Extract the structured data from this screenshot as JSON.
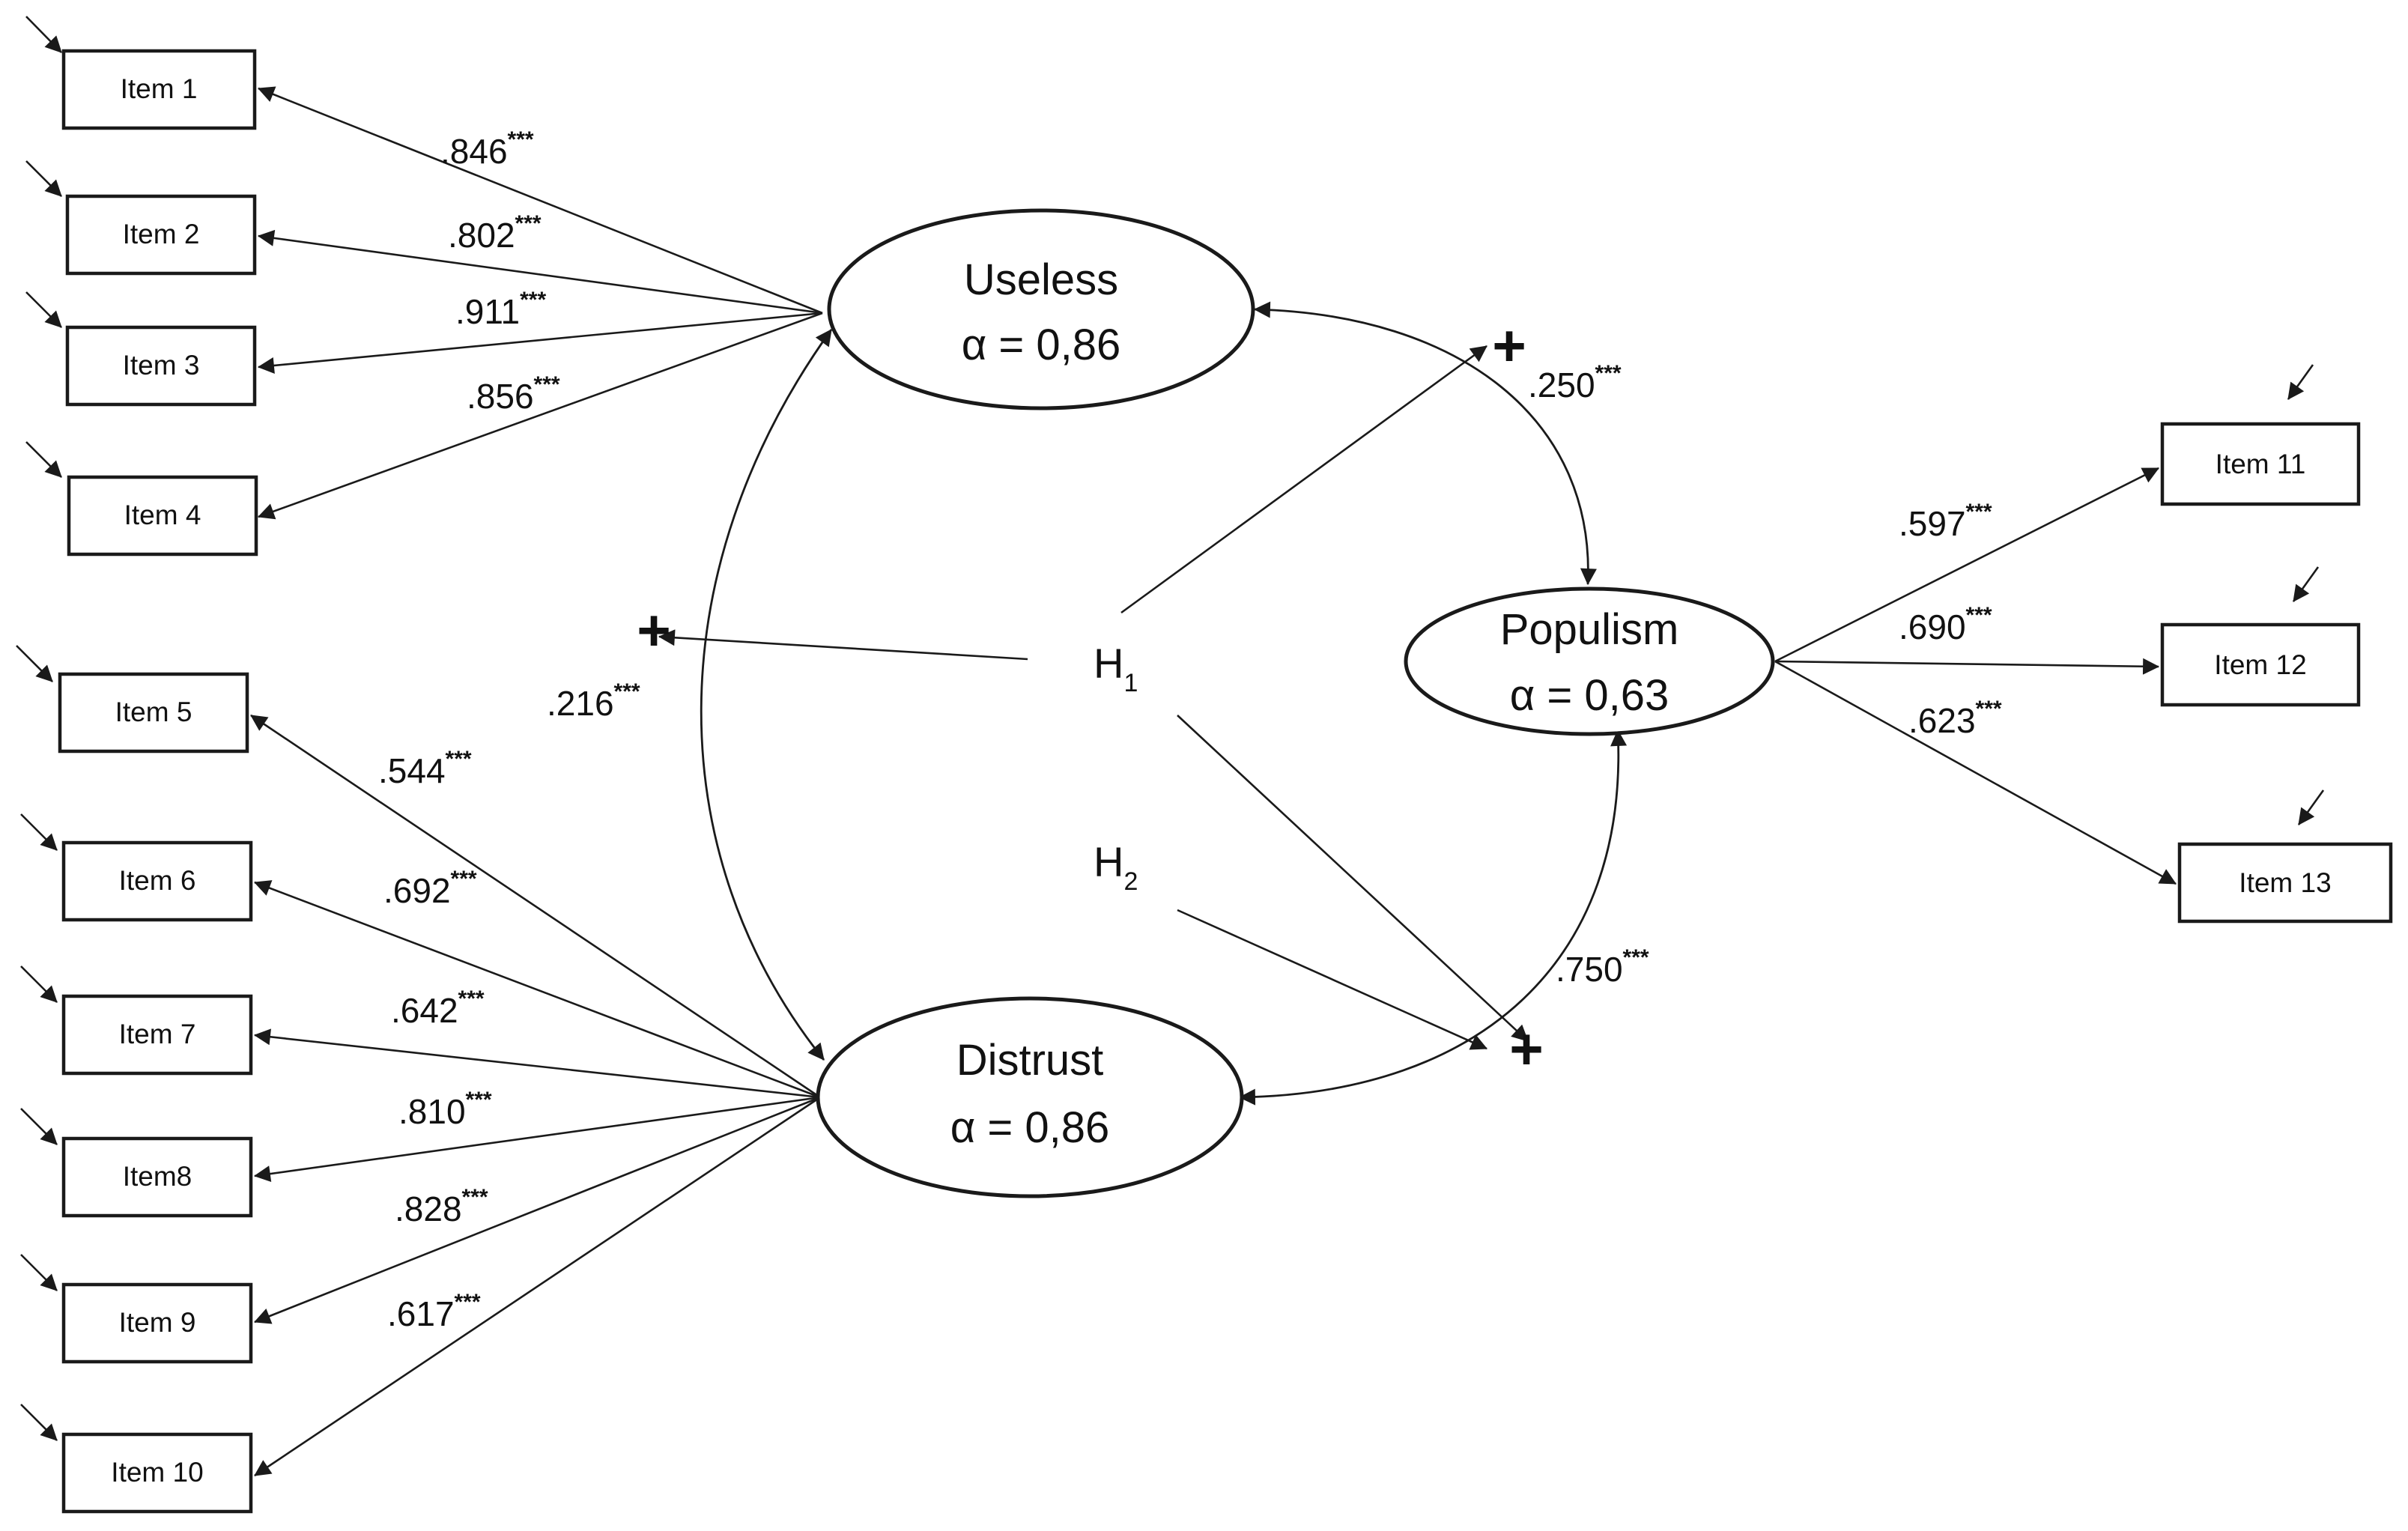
{
  "latents": {
    "useless": {
      "name": "Useless",
      "alpha": "α = 0,86"
    },
    "distrust": {
      "name": "Distrust",
      "alpha": "α = 0,86"
    },
    "populism": {
      "name": "Populism",
      "alpha": "α = 0,63"
    }
  },
  "items": [
    "Item 1",
    "Item 2",
    "Item 3",
    "Item 4",
    "Item 5",
    "Item 6",
    "Item 7",
    "Item8",
    "Item 9",
    "Item 10",
    "Item 11",
    "Item 12",
    "Item 13"
  ],
  "loadings": {
    "useless": [
      ".846",
      ".802",
      ".911",
      ".856"
    ],
    "distrust": [
      ".544",
      ".692",
      ".642",
      ".810",
      ".828",
      ".617"
    ],
    "populism": [
      ".597",
      ".690",
      ".623"
    ]
  },
  "correlations": {
    "useless_distrust": ".216",
    "useless_populism": ".250",
    "distrust_populism": ".750"
  },
  "significance": "***",
  "hypotheses": {
    "h1": {
      "letter": "H",
      "sub": "1"
    },
    "h2": {
      "letter": "H",
      "sub": "2"
    }
  },
  "plus_sign": "+"
}
